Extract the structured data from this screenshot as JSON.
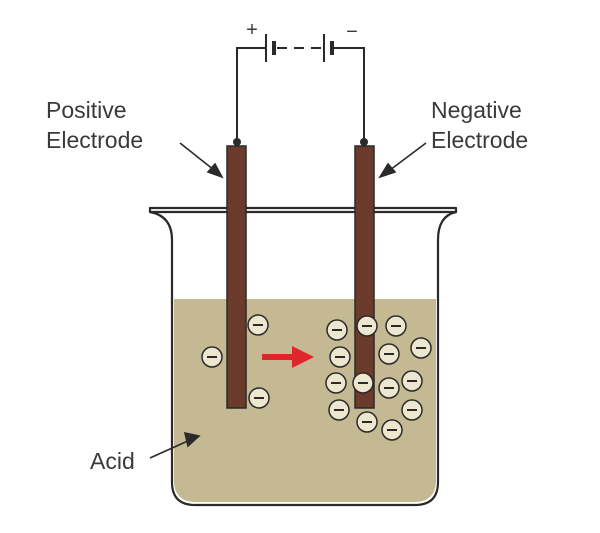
{
  "labels": {
    "positive_electrode": [
      "Positive",
      "Electrode"
    ],
    "negative_electrode": [
      "Negative",
      "Electrode"
    ],
    "acid": "Acid"
  },
  "battery": {
    "plus_sign": "+",
    "minus_sign": "−"
  },
  "ions": {
    "charge_symbol": "−"
  },
  "colors": {
    "electrolyte": "#c4b992",
    "electrode": "#6a3a2b",
    "arrow": "#e0262c",
    "outline": "#2a2a2a",
    "ion_fill": "#ede7d0"
  }
}
